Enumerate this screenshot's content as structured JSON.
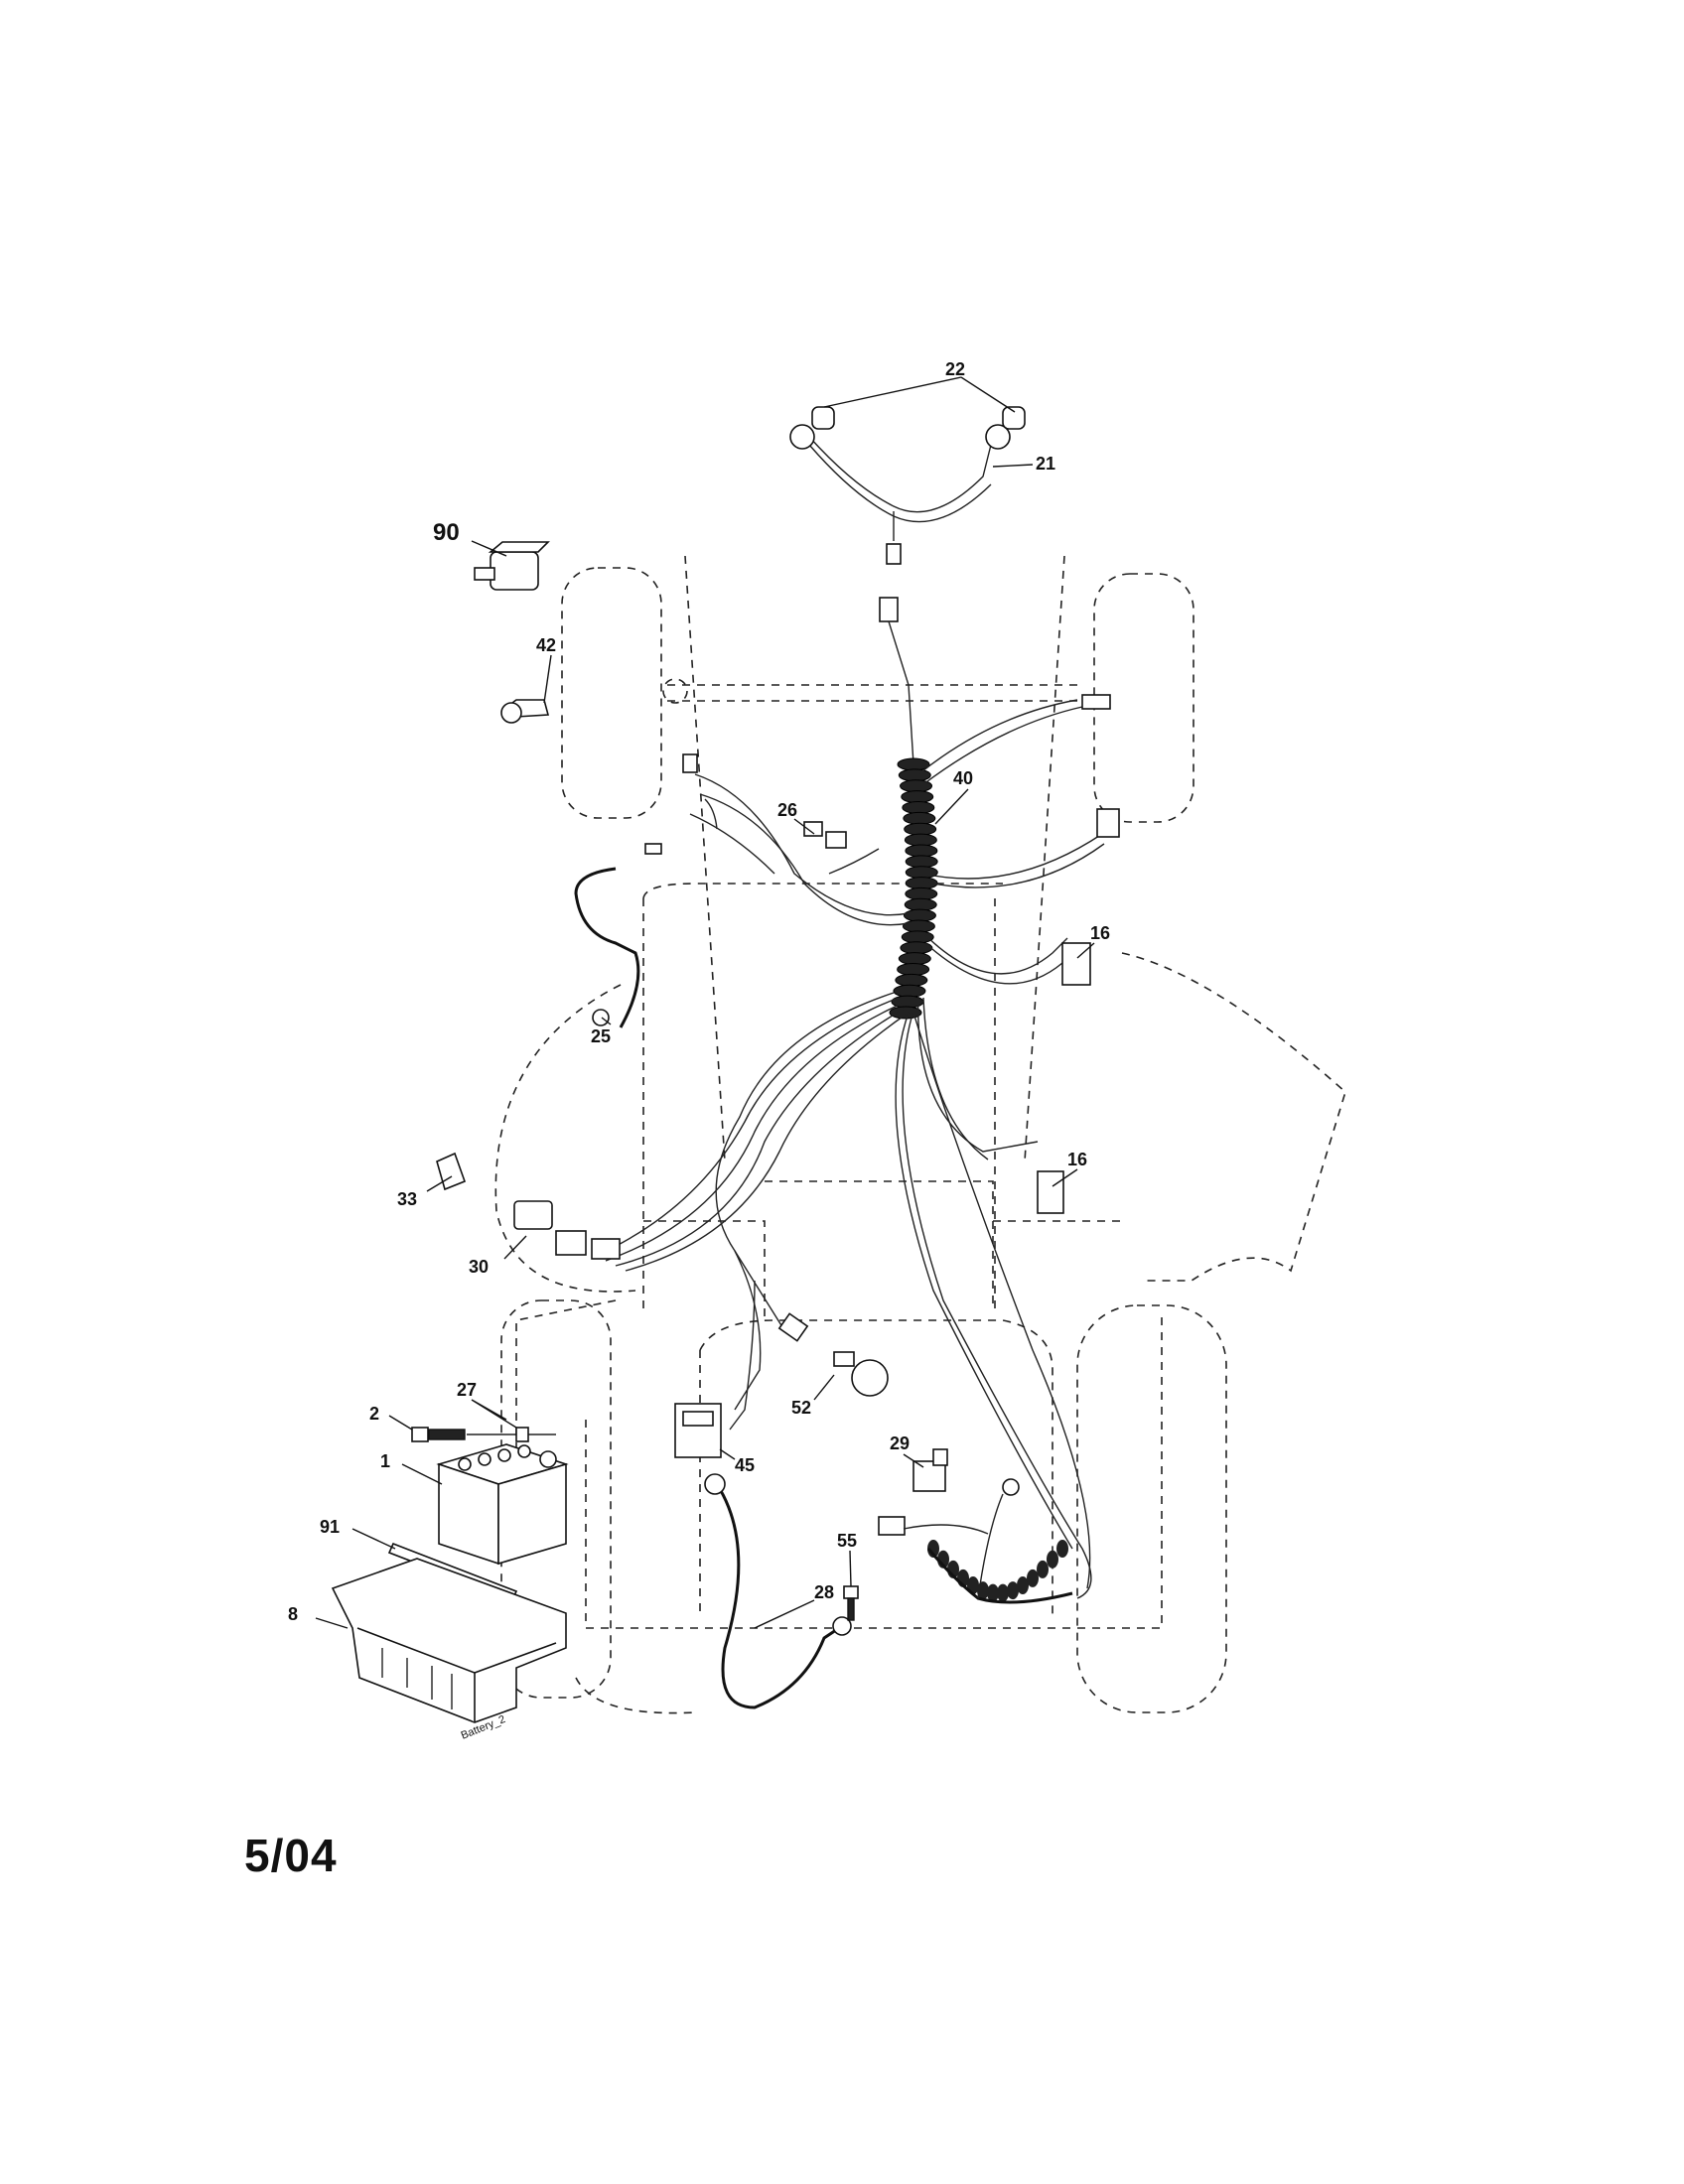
{
  "callouts": {
    "c22": "22",
    "c21": "21",
    "c90": "90",
    "c42": "42",
    "c40": "40",
    "c26": "26",
    "c16a": "16",
    "c25": "25",
    "c16b": "16",
    "c33": "33",
    "c30": "30",
    "c27": "27",
    "c2": "2",
    "c1": "1",
    "c52": "52",
    "c29": "29",
    "c45": "45",
    "c91": "91",
    "c55": "55",
    "c28": "28",
    "c8": "8"
  },
  "image_code": "Battery_2",
  "date": "5/04"
}
